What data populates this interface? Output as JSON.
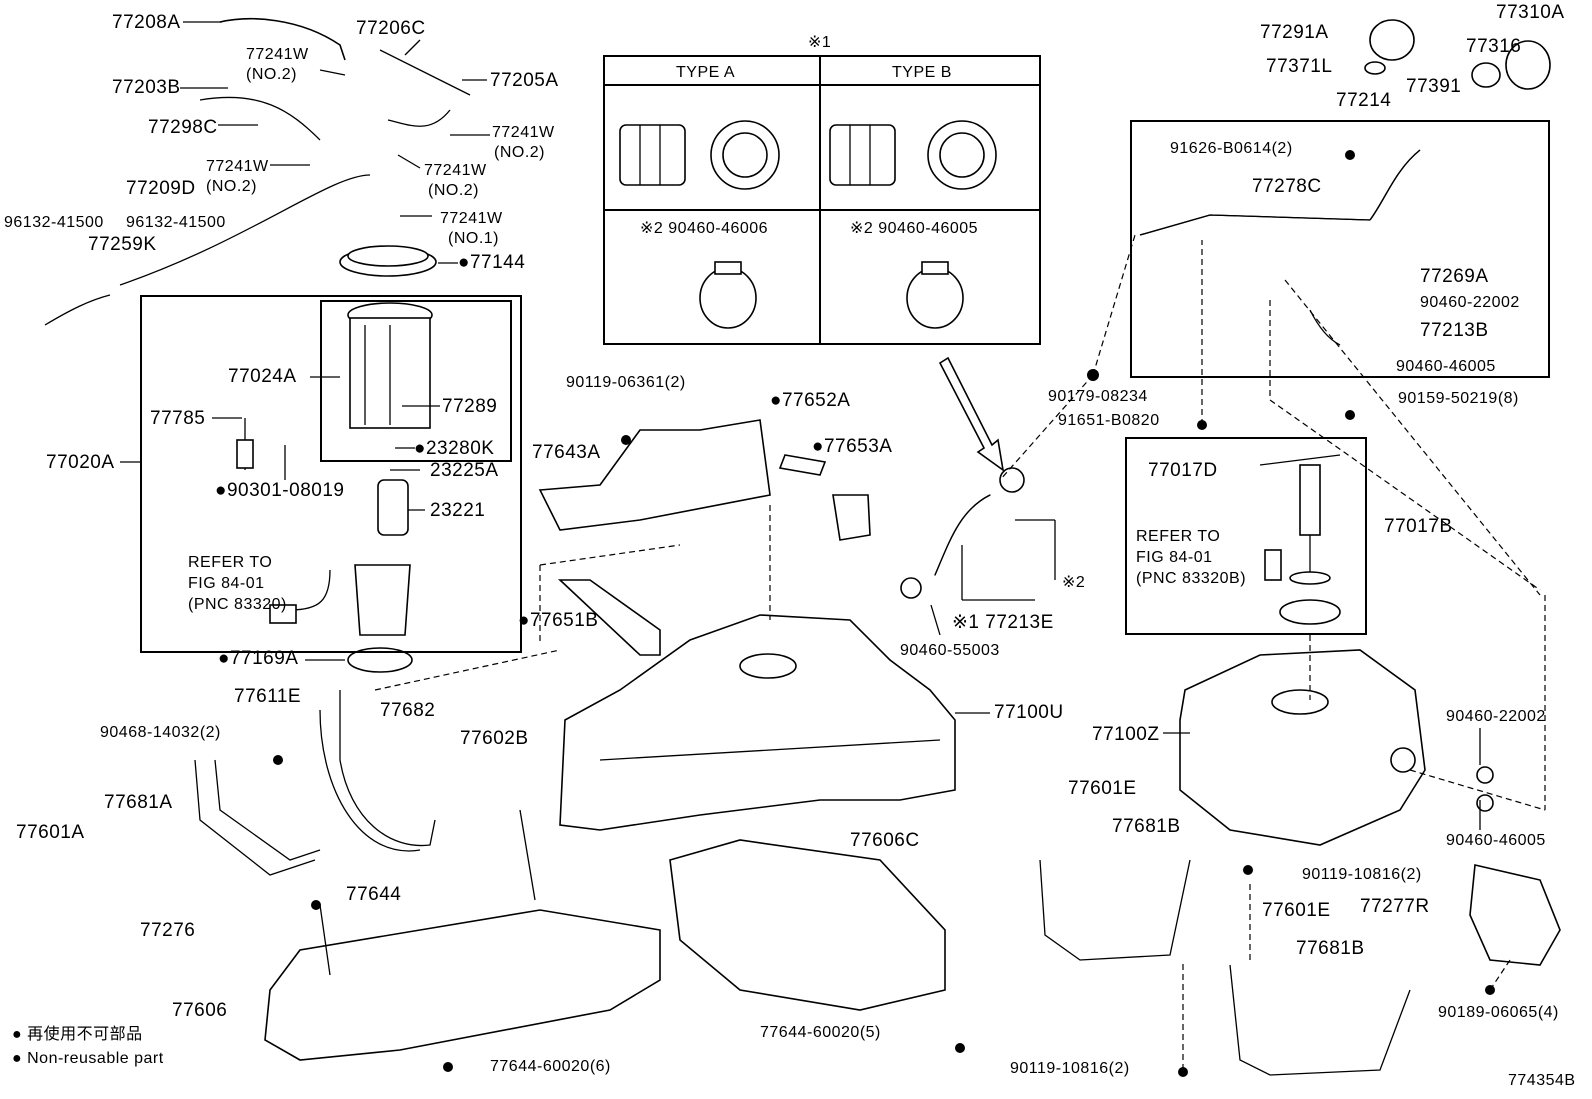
{
  "diagram_id": "774354B",
  "legend": {
    "bullet": "●",
    "jp": "再使用不可部品",
    "en": "Non-reusable part"
  },
  "note1": "※1",
  "note2": "※2",
  "types": {
    "a": "TYPE  A",
    "b": "TYPE  B",
    "a_part": "※2 90460-46006",
    "b_part": "※2 90460-46005"
  },
  "refer1": [
    "REFER TO",
    "FIG 84-01",
    "(PNC 83320)"
  ],
  "refer2": [
    "REFER TO",
    "FIG 84-01",
    "(PNC 83320B)"
  ],
  "labels": {
    "p77208A": "77208A",
    "p77206C": "77206C",
    "p77241W_a": "77241W",
    "no2_a": "(NO.2)",
    "p77205A": "77205A",
    "p77203B": "77203B",
    "p77241W_b": "77241W",
    "no2_b": "(NO.2)",
    "p77298C": "77298C",
    "p77241W_c": "77241W",
    "no2_c": "(NO.2)",
    "p77241W_d": "77241W",
    "no2_d": "(NO.2)",
    "p77209D": "77209D",
    "p96132_a": "96132-41500",
    "p96132_b": "96132-41500",
    "p77259K": "77259K",
    "p77241W_e": "77241W",
    "no1_e": "(NO.1)",
    "p77144": "●77144",
    "p77024A": "77024A",
    "p77289": "77289",
    "p77785": "77785",
    "p23280K": "●23280K",
    "p77020A": "77020A",
    "p23225A": "23225A",
    "p90301": "●90301-08019",
    "p23221": "23221",
    "p77169A": "●77169A",
    "p90119_06361": "90119-06361(2)",
    "p77652A": "●77652A",
    "p77643A": "77643A",
    "p77653A": "●77653A",
    "p77651B": "●77651B",
    "p77611E": "77611E",
    "p90468": "90468-14032(2)",
    "p77682": "77682",
    "p77602B": "77602B",
    "p77601A": "77601A",
    "p77681A": "77681A",
    "p77644": "77644",
    "p77276": "77276",
    "p77606": "77606",
    "p77644_6": "77644-60020(6)",
    "p77606C": "77606C",
    "p77644_5": "77644-60020(5)",
    "p77100U": "77100U",
    "p90460_55003": "90460-55003",
    "p77213E": "※1 77213E",
    "p77291A": "77291A",
    "p77310A": "77310A",
    "p77316": "77316",
    "p77371L": "77371L",
    "p77391": "77391",
    "p77214": "77214",
    "p91626": "91626-B0614(2)",
    "p77278C": "77278C",
    "p77269A": "77269A",
    "p90460_22002a": "90460-22002",
    "p77213B": "77213B",
    "p90460_46005a": "90460-46005",
    "p90179": "90179-08234",
    "p90159": "90159-50219(8)",
    "p91651": "91651-B0820",
    "p77017D": "77017D",
    "p77017B": "77017B",
    "p77100Z": "77100Z",
    "p90460_22002b": "90460-22002",
    "p90460_46005b": "90460-46005",
    "p77601E_a": "77601E",
    "p77681B_a": "77681B",
    "p90119_10816a": "90119-10816(2)",
    "p77277R": "77277R",
    "p77601E_b": "77601E",
    "p77681B_b": "77681B",
    "p90189": "90189-06065(4)",
    "p90119_10816b": "90119-10816(2)"
  }
}
